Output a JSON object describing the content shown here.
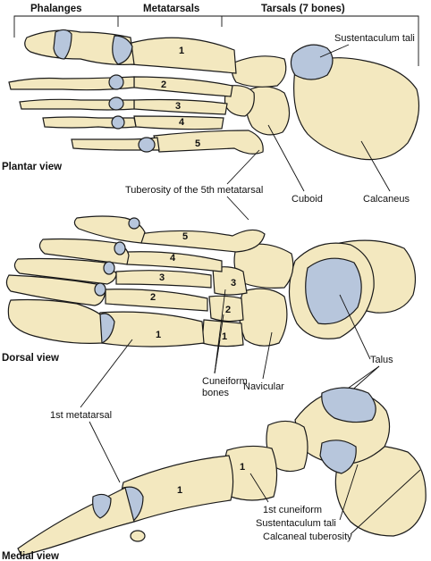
{
  "headers": {
    "phalanges": "Phalanges",
    "metatarsals": "Metatarsals",
    "tarsals": "Tarsals (7 bones)"
  },
  "views": {
    "plantar": "Plantar view",
    "dorsal": "Dorsal view",
    "medial": "Medial view"
  },
  "labels": {
    "sustentaculum_tali_top": "Sustentaculum tali",
    "tuberosity_5th": "Tuberosity of the 5th metatarsal",
    "cuboid": "Cuboid",
    "calcaneus": "Calcaneus",
    "talus": "Talus",
    "cuneiform_bones": "Cuneiform\nbones",
    "navicular": "Navicular",
    "first_metatarsal": "1st metatarsal",
    "first_cuneiform": "1st cuneiform",
    "sustentaculum_tali_bottom": "Sustentaculum tali",
    "calcaneal_tuberosity": "Calcaneal tuberosity"
  },
  "numbers": {
    "plantar": [
      "1",
      "2",
      "3",
      "4",
      "5"
    ],
    "dorsal_metatarsals": [
      "5",
      "4",
      "3",
      "2",
      "1"
    ],
    "dorsal_cuneiforms": [
      "3",
      "2",
      "1"
    ],
    "medial": [
      "1",
      "1"
    ]
  },
  "colors": {
    "bone": "#f3e8bf",
    "cartilage": "#b7c6dc",
    "outline": "#1a1a1a"
  }
}
